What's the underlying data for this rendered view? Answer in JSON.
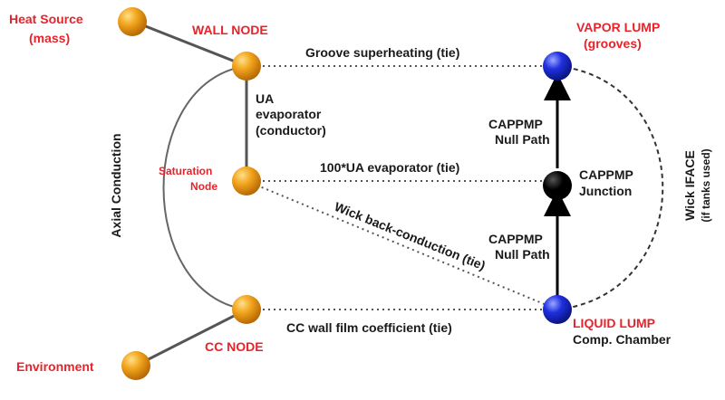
{
  "nodes": {
    "heat_source": {
      "line1": "Heat Source",
      "line2": "(mass)",
      "color": "#f2a51d"
    },
    "wall": {
      "label": "WALL NODE",
      "color": "#f2a51d"
    },
    "saturation": {
      "line1": "Saturation",
      "line2": "Node",
      "color": "#f2a51d"
    },
    "cc": {
      "label": "CC NODE",
      "color": "#f2a51d"
    },
    "environment": {
      "label": "Environment",
      "color": "#f2a51d"
    },
    "vapor_lump": {
      "line1": "VAPOR LUMP",
      "line2": "(grooves)",
      "color": "#1f2fe0"
    },
    "liquid_lump": {
      "line1": "LIQUID LUMP",
      "line2": "Comp. Chamber",
      "color": "#1f2fe0"
    },
    "junction": {
      "line1": "CAPPMP",
      "line2": "Junction",
      "color": "#000000"
    }
  },
  "connections": {
    "groove_superheating": "Groove superheating (tie)",
    "ua_evaporator": {
      "line1": "UA",
      "line2": "evaporator",
      "line3": "(conductor)"
    },
    "ua100_evaporator": "100*UA evaporator (tie)",
    "wick_back_conduction": "Wick back-conduction (tie)",
    "cc_wall_film": "CC wall film coefficient (tie)",
    "axial_conduction": "Axial Conduction",
    "null_path_upper": {
      "line1": "CAPPMP",
      "line2": "Null Path"
    },
    "null_path_lower": {
      "line1": "CAPPMP",
      "line2": "Null Path"
    },
    "wick_iface": {
      "line1": "Wick IFACE",
      "line2": "(if tanks used)"
    }
  },
  "colors": {
    "label_red": "#e8232a",
    "label_black": "#1a1a1a",
    "orange_node": "#f2a51d",
    "blue_node": "#1f2fe0"
  }
}
